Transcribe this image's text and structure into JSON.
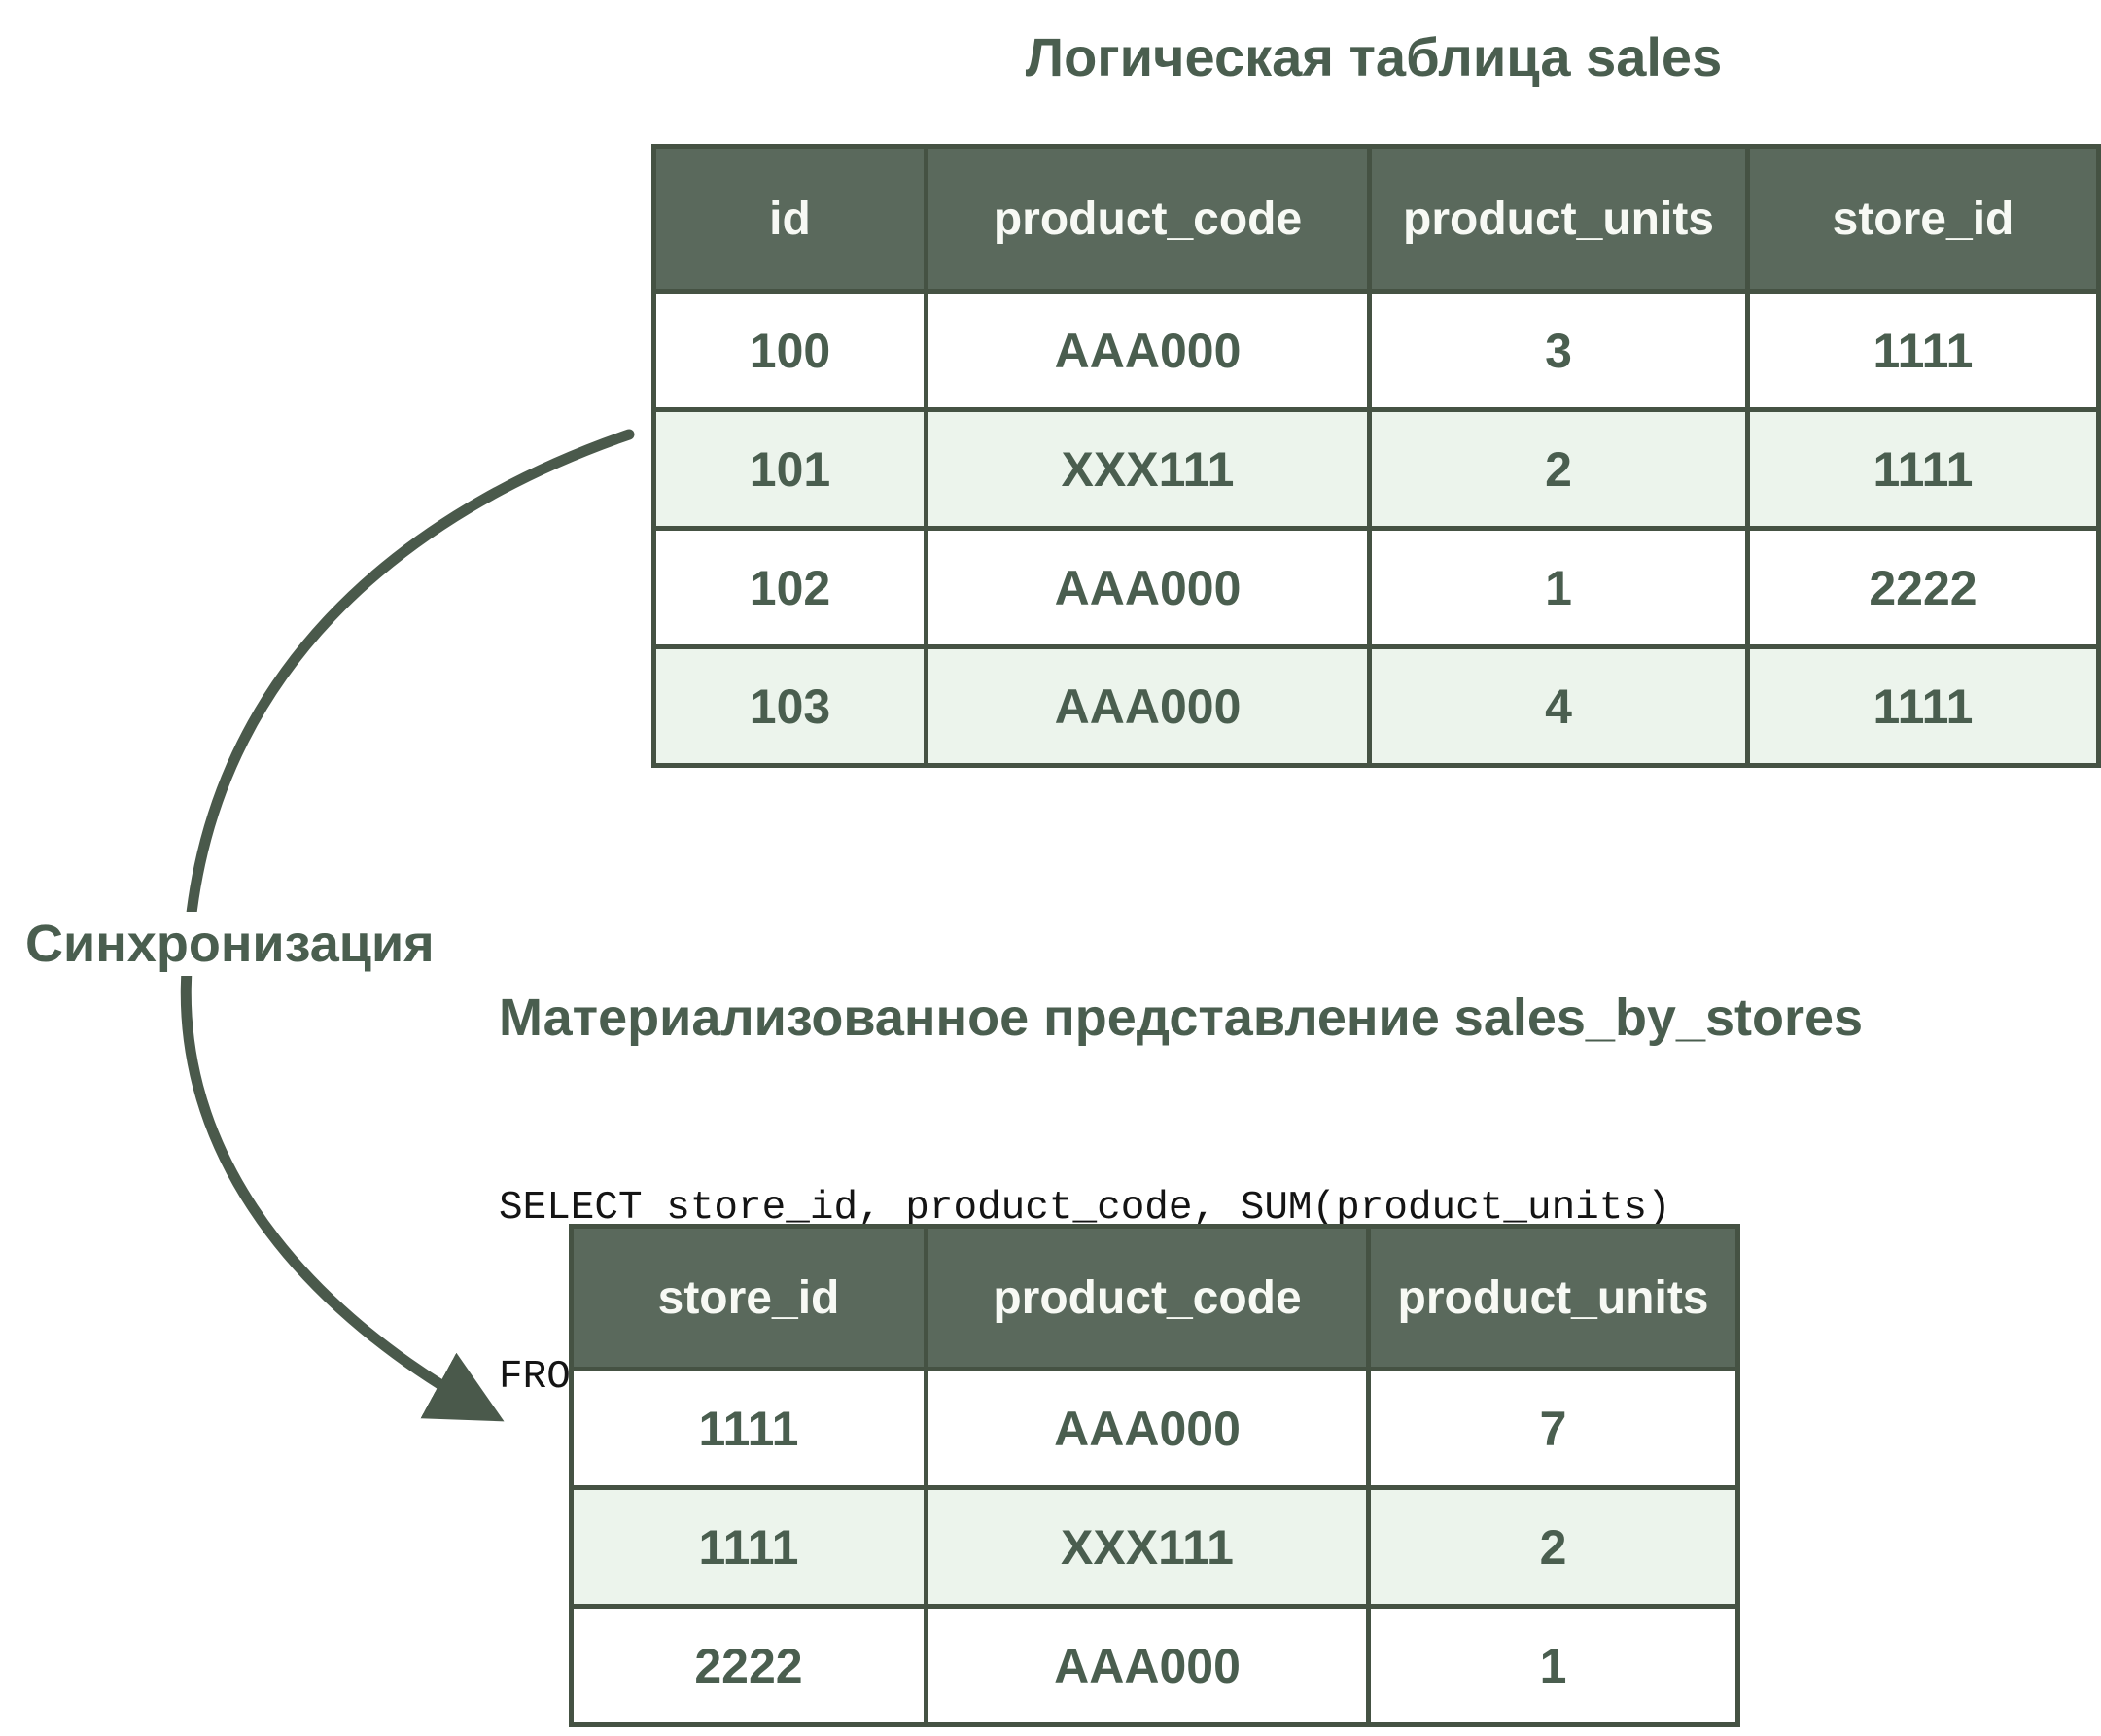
{
  "colors": {
    "background": "#ffffff",
    "table_header_bg": "#5a695c",
    "table_border": "#455243",
    "row_alternate_bg": "#ecf4ec",
    "text_green": "#4a5e4f",
    "header_text": "#f7f9f4",
    "sql_text": "#141414",
    "arrow": "#4a594b"
  },
  "sync": {
    "label": "Синхронизация"
  },
  "logical_table": {
    "title": "Логическая таблица sales",
    "columns": [
      "id",
      "product_code",
      "product_units",
      "store_id"
    ],
    "rows": [
      [
        "100",
        "AAA000",
        "3",
        "1111"
      ],
      [
        "101",
        "XXX111",
        "2",
        "1111"
      ],
      [
        "102",
        "AAA000",
        "1",
        "2222"
      ],
      [
        "103",
        "AAA000",
        "4",
        "1111"
      ]
    ]
  },
  "materialized_view": {
    "title": "Материализованное представление sales_by_stores",
    "sql": [
      "SELECT store_id, product_code, SUM(product_units)",
      "FROM sales GROUP BY store_id, product_code"
    ],
    "columns": [
      "store_id",
      "product_code",
      "product_units"
    ],
    "rows": [
      [
        "1111",
        "AAA000",
        "7"
      ],
      [
        "1111",
        "XXX111",
        "2"
      ],
      [
        "2222",
        "AAA000",
        "1"
      ]
    ]
  }
}
